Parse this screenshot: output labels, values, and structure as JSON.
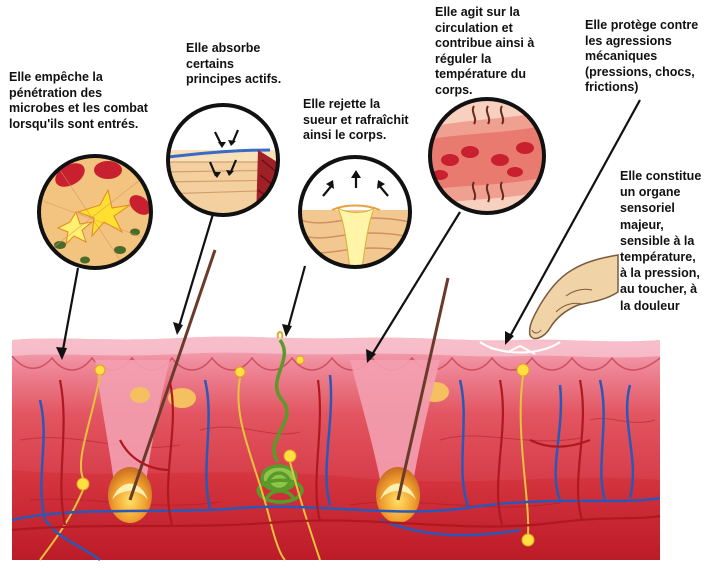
{
  "annotations": [
    {
      "id": "microbes",
      "lines": [
        "Elle empêche la",
        "pénétration des",
        "microbes et les combat",
        "lorsqu'ils sont entrés."
      ]
    },
    {
      "id": "absorb",
      "lines": [
        "Elle absorbe",
        "certains",
        "principes actifs."
      ]
    },
    {
      "id": "sweat",
      "lines": [
        "Elle rejette la",
        "sueur et rafraîchit",
        "ainsi le corps."
      ]
    },
    {
      "id": "circulation",
      "lines": [
        "Elle agit sur la",
        "circulation et",
        "contribue ainsi à",
        "réguler la",
        "température du",
        "corps."
      ]
    },
    {
      "id": "protect",
      "lines": [
        "Elle protège contre",
        "les agressions",
        "mécaniques",
        "(pressions, chocs,",
        "frictions)"
      ]
    },
    {
      "id": "sensory",
      "lines": [
        "Elle constitue",
        "un organe",
        "sensoriel",
        "majeur,",
        "sensible à la",
        "température,",
        "à la pression,",
        "au toucher, à",
        "la douleur"
      ]
    }
  ],
  "colors": {
    "epidermis": "#f4a6b4",
    "dermis": "#e8484a",
    "hypodermis": "#c8202e",
    "vein": "#2b58b8",
    "artery": "#d42a2a",
    "nerve": "#e8c23c",
    "gland": "#6aa532",
    "hair": "#6a3a2a",
    "inset_border": "#111111"
  }
}
